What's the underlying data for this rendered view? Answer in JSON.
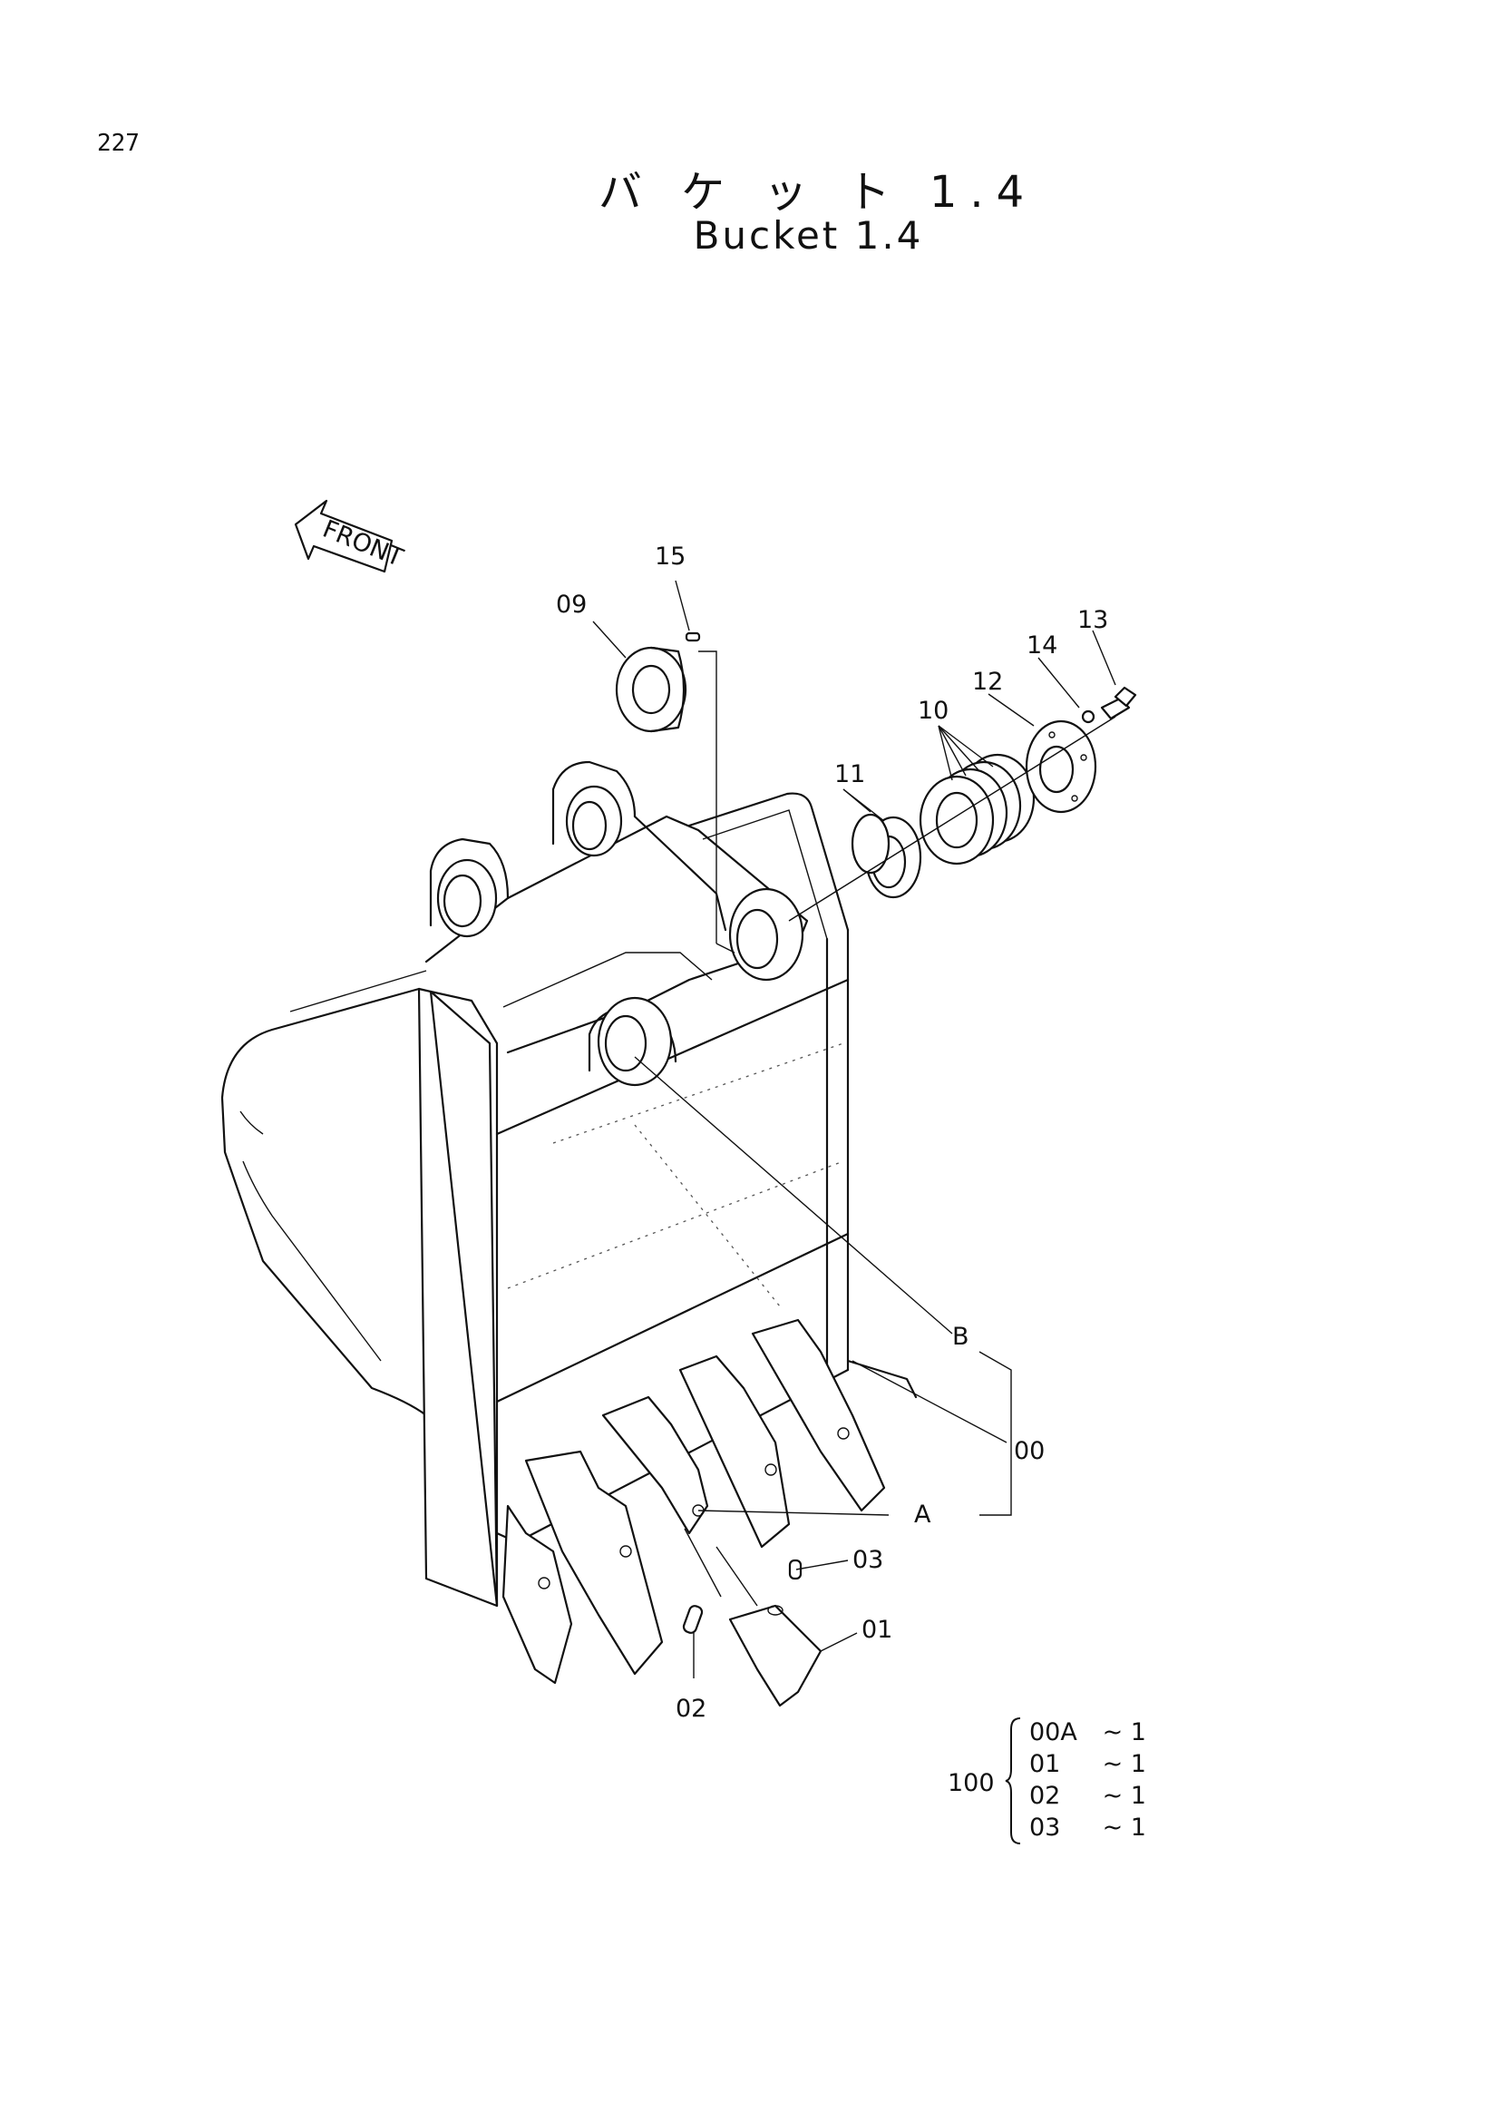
{
  "page": {
    "number": "227"
  },
  "title": {
    "japanese": "バ ケ ッ ト 1.4",
    "english": "Bucket 1.4"
  },
  "direction_indicator": {
    "label": "FRONT"
  },
  "callouts": {
    "c00": "00",
    "c01": "01",
    "c02": "02",
    "c03": "03",
    "c09": "09",
    "c10": "10",
    "c11": "11",
    "c12": "12",
    "c13": "13",
    "c14": "14",
    "c15": "15",
    "cA": "A",
    "cB": "B"
  },
  "quantity_table": {
    "parent": "100",
    "rows": [
      {
        "part": "00A",
        "qty": "~ 1"
      },
      {
        "part": "01",
        "qty": "~ 1"
      },
      {
        "part": "02",
        "qty": "~ 1"
      },
      {
        "part": "03",
        "qty": "~ 1"
      }
    ]
  }
}
